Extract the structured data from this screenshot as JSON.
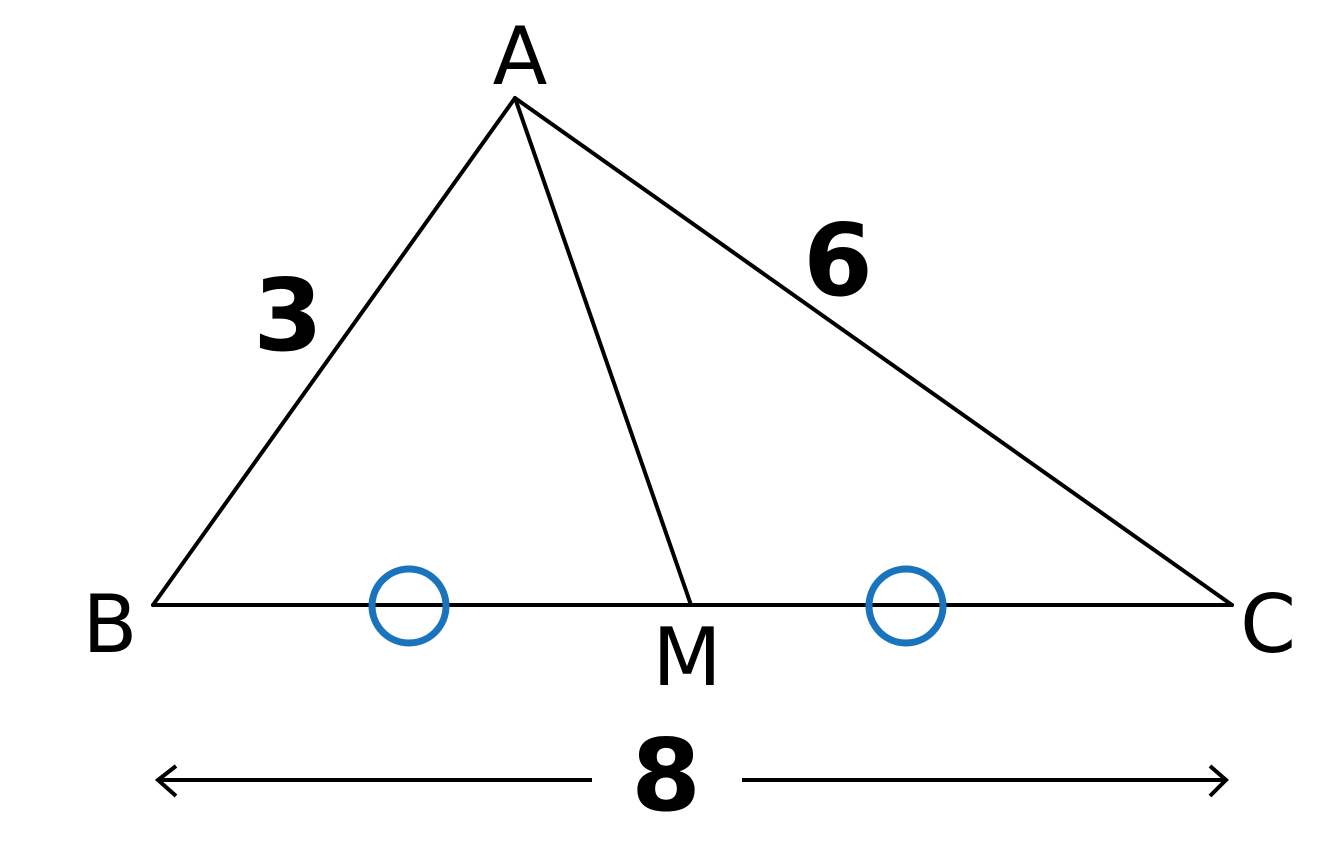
{
  "vertices": {
    "A": "A",
    "B": "B",
    "C": "C",
    "M": "M"
  },
  "side_lengths": {
    "AB": "3",
    "AC": "6",
    "BC": "8"
  },
  "colors": {
    "lines": "#000000",
    "equal_marks": "#1a73bd"
  }
}
